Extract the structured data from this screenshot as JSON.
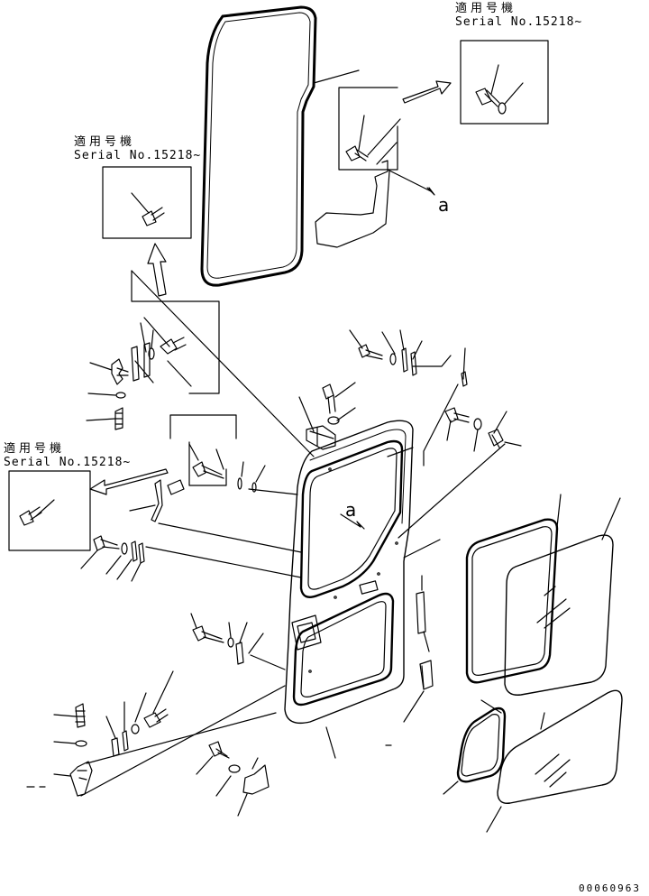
{
  "applicability_notes": [
    {
      "line1": "適用号機",
      "line2": "Serial No.15218~"
    },
    {
      "line1": "適用号機",
      "line2": "Serial No.15218~"
    },
    {
      "line1": "適用号機",
      "line2": "Serial No.15218~"
    }
  ],
  "view_labels": [
    "a",
    "a"
  ],
  "drawing_code": "00060963",
  "colors": {
    "line": "#000000",
    "background": "#ffffff"
  }
}
